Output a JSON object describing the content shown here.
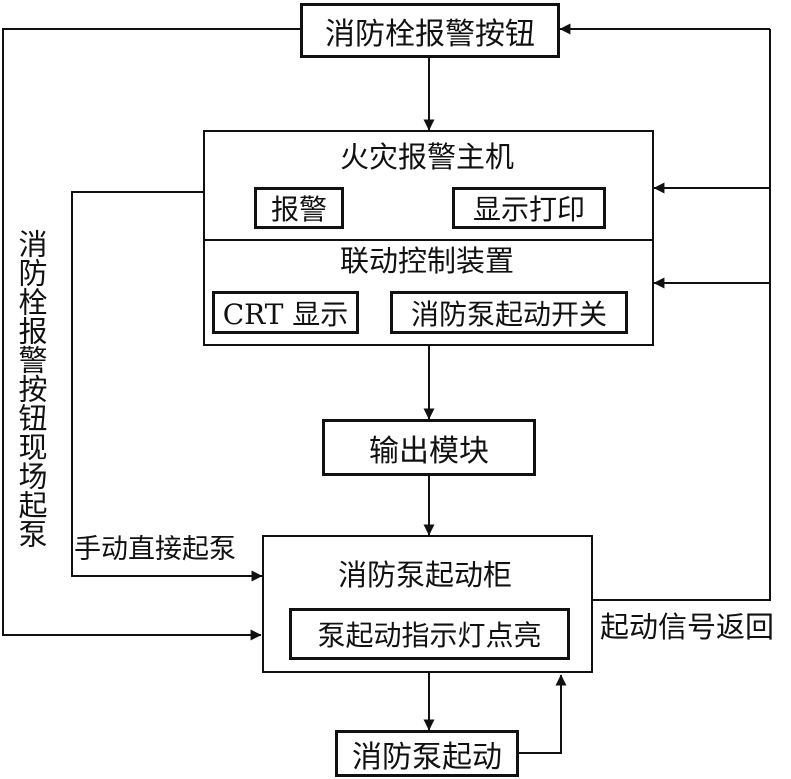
{
  "nodes": {
    "hydrant_button": "消防栓报警按钮",
    "fire_alarm_host": "火灾报警主机",
    "alarm": "报警",
    "display_print": "显示打印",
    "linkage_control": "联动控制装置",
    "crt_display": "CRT 显示",
    "pump_start_switch": "消防泵起动开关",
    "output_module": "输出模块",
    "pump_start_cabinet": "消防泵起动柜",
    "pump_indicator": "泵起动指示灯点亮",
    "pump_start": "消防泵起动"
  },
  "edge_labels": {
    "manual_direct": "手动直接起泵",
    "signal_return": "起动信号返回",
    "onsite_start": "消防栓报警按钮现场起泵"
  },
  "colors": {
    "stroke": "#111111",
    "background": "#ffffff"
  }
}
